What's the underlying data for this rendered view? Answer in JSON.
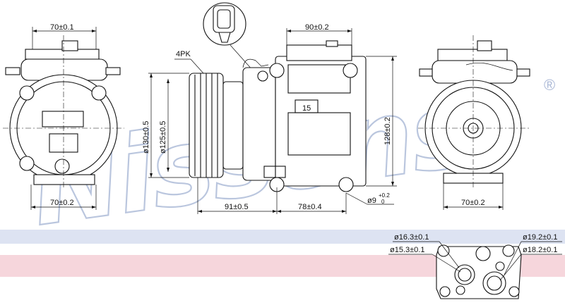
{
  "brand": {
    "watermark": "Nissens",
    "registered_mark": "®",
    "band_colors": {
      "blue": "#dde3f2",
      "pink": "#f6d6dc"
    }
  },
  "front_view": {
    "top_width": "70±0.1",
    "bottom_width": "70±0.2"
  },
  "side_view": {
    "belt_label": "4PK",
    "pulley_outer_dia": "ø130±0.5",
    "pulley_inner_dia": "ø125±0.5",
    "top_width": "90±0.2",
    "body_label": "15",
    "height": "128±0.2",
    "length_front": "91±0.5",
    "length_rear": "78±0.4",
    "hole_dia": "ø9",
    "hole_tol_upper": "+0.2",
    "hole_tol_lower": "0"
  },
  "rear_view": {
    "bottom_width": "70±0.2"
  },
  "port_view": {
    "port1_outer": "ø16.3±0.1",
    "port1_inner": "ø15.3±0.1",
    "port2_outer": "ø19.2±0.1",
    "port2_inner": "ø18.2±0.1"
  }
}
